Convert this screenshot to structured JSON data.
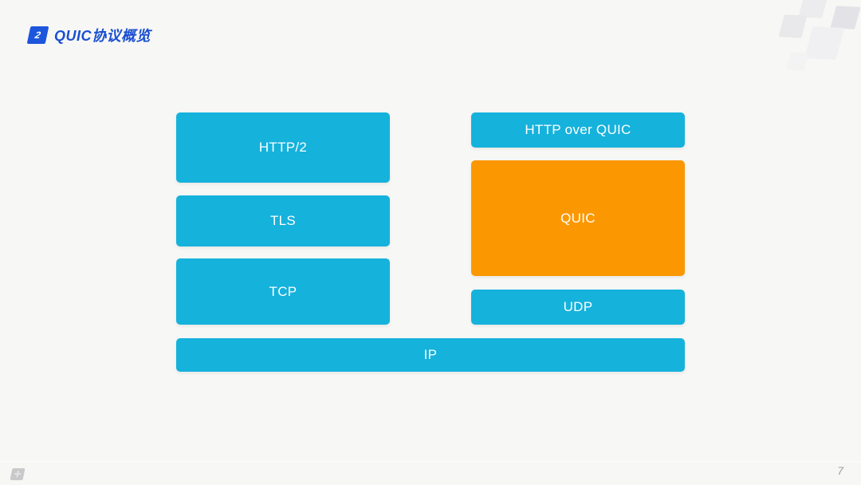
{
  "slide": {
    "badge_number": "2",
    "title": "QUIC协议概览",
    "page_number": "7"
  },
  "colors": {
    "accent_blue": "#1a4fd1",
    "badge_blue": "#1d55dd",
    "box_cyan": "#15b2dc",
    "box_orange": "#fb9801",
    "background": "#f7f7f5"
  },
  "diagram": {
    "left_stack": [
      {
        "label": "HTTP/2",
        "color": "#15b2dc"
      },
      {
        "label": "TLS",
        "color": "#15b2dc"
      },
      {
        "label": "TCP",
        "color": "#15b2dc"
      }
    ],
    "right_stack": [
      {
        "label": "HTTP over QUIC",
        "color": "#15b2dc"
      },
      {
        "label": "QUIC",
        "color": "#fb9801"
      },
      {
        "label": "UDP",
        "color": "#15b2dc"
      }
    ],
    "base": {
      "label": "IP",
      "color": "#15b2dc"
    }
  },
  "footer": {
    "logo_glyph": "✛"
  }
}
